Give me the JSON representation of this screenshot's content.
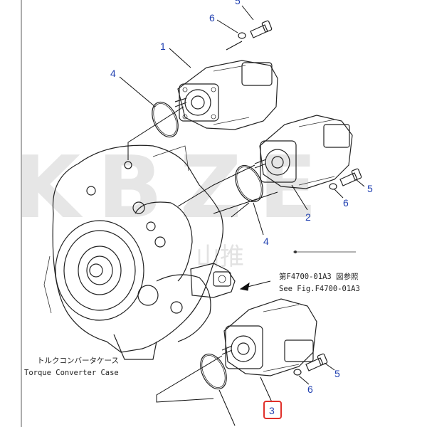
{
  "callouts": {
    "c5_top": "5",
    "c6_top": "6",
    "c1": "1",
    "c4_left": "4",
    "c5_mid": "5",
    "c6_mid": "6",
    "c2": "2",
    "c4_mid": "4",
    "c5_low": "5",
    "c6_low": "6",
    "c3": "3"
  },
  "reference": {
    "jp": "第F4700-01A3 図参照",
    "en": "See Fig.F4700-01A3"
  },
  "case_label": {
    "jp": "トルクコンバータケース",
    "en": "Torque Converter Case"
  },
  "watermark": {
    "latin": "KBZE",
    "cn": "山推"
  },
  "colors": {
    "callout": "#1f3fb0",
    "highlight": "#e0302a",
    "line": "#222222"
  }
}
